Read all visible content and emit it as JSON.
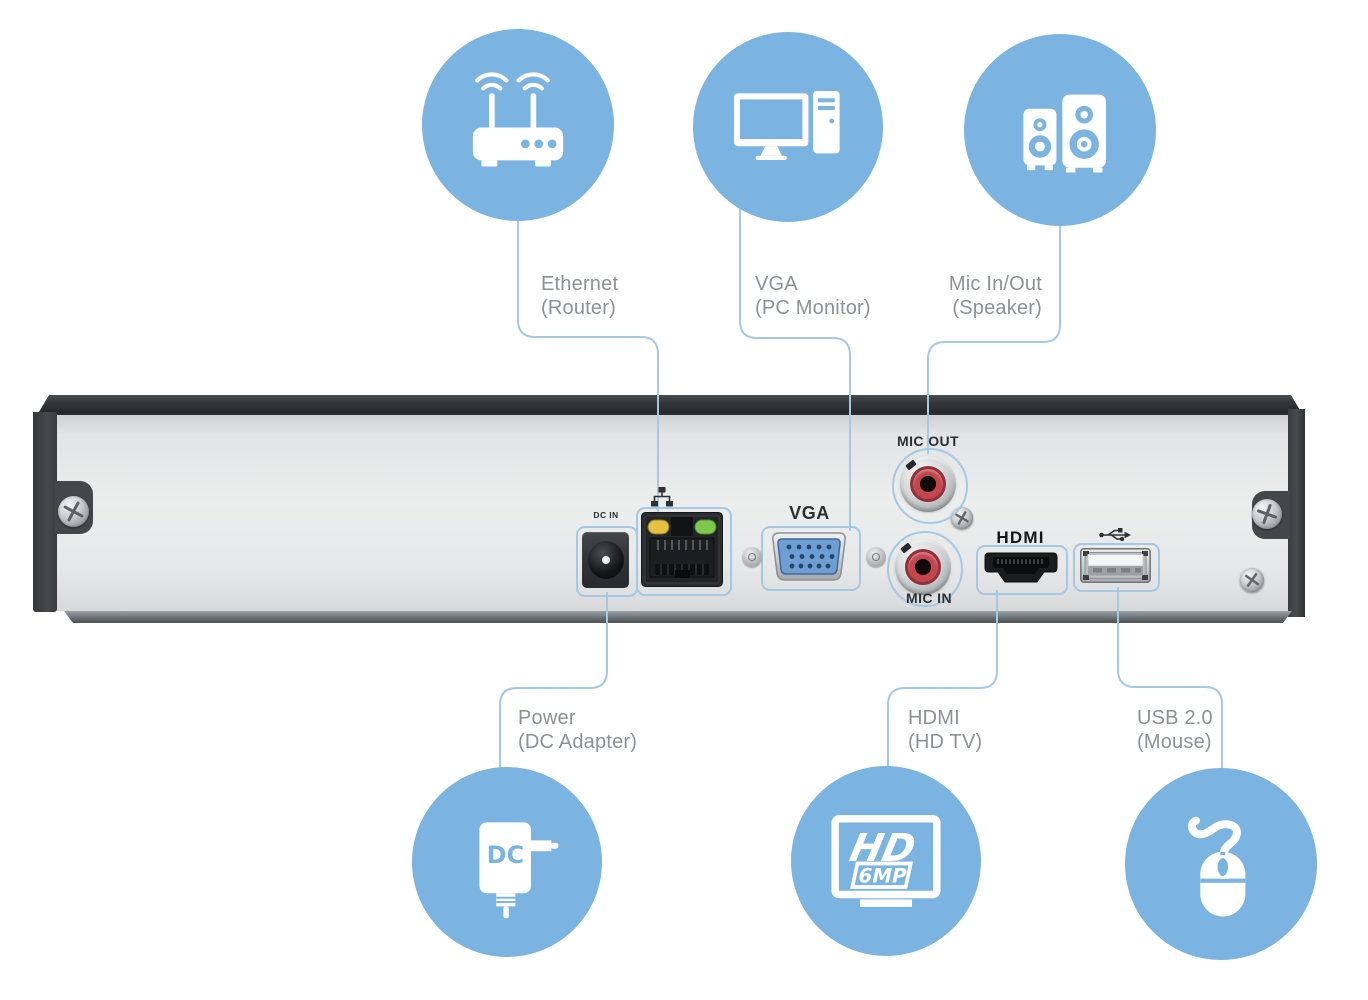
{
  "callouts": {
    "top": [
      {
        "id": "ethernet",
        "icon": "router-icon",
        "line1": "Ethernet",
        "line2": "(Router)"
      },
      {
        "id": "vga",
        "icon": "pc-monitor-icon",
        "line1": "VGA",
        "line2": "(PC Monitor)"
      },
      {
        "id": "mic",
        "icon": "speaker-icon",
        "line1": "Mic In/Out",
        "line2": "(Speaker)"
      }
    ],
    "bottom": [
      {
        "id": "power",
        "icon": "dc-adapter-icon",
        "line1": "Power",
        "line2": "(DC Adapter)"
      },
      {
        "id": "hdmi",
        "icon": "hd-tv-icon",
        "line1": "HDMI",
        "line2": "(HD TV)"
      },
      {
        "id": "usb",
        "icon": "mouse-icon",
        "line1": "USB 2.0",
        "line2": "(Mouse)"
      }
    ]
  },
  "ports": {
    "dc_in": "DC IN",
    "vga": "VGA",
    "mic_out": "MIC OUT",
    "mic_in": "MIC IN",
    "hdmi_logo": "HDMI"
  },
  "icon_text": {
    "dc": "DC",
    "hd": "HD",
    "mp": "6MP"
  },
  "colors": {
    "accent_blue": "#7bb4e0",
    "leader_blue": "#a3c9e5",
    "label_gray": "#8d9196",
    "port_label_dark": "#2c2f33",
    "led_yellow": "#e3c23f",
    "led_green": "#7cc94e",
    "rca_red": "#c4454d",
    "vga_blue": "#6d9fd4"
  }
}
